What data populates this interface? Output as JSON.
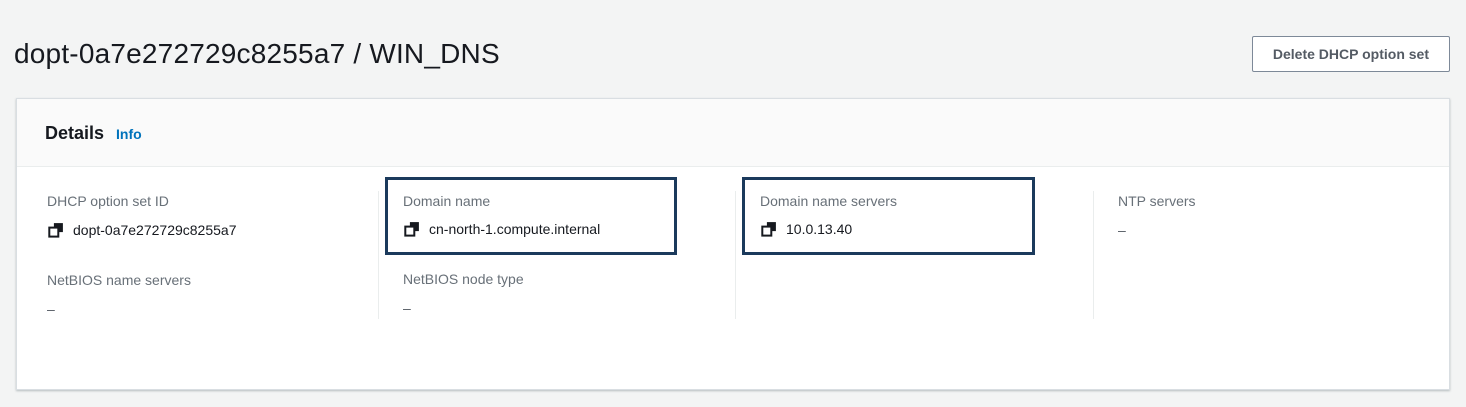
{
  "page": {
    "title": "dopt-0a7e272729c8255a7 / WIN_DNS",
    "delete_button_label": "Delete DHCP option set"
  },
  "panel": {
    "title": "Details",
    "info_link_label": "Info"
  },
  "fields": {
    "dhcp_option_set_id": {
      "label": "DHCP option set ID",
      "value": "dopt-0a7e272729c8255a7",
      "has_copy_icon": true,
      "highlighted": false
    },
    "domain_name": {
      "label": "Domain name",
      "value": "cn-north-1.compute.internal",
      "has_copy_icon": true,
      "highlighted": true
    },
    "domain_name_servers": {
      "label": "Domain name servers",
      "value": "10.0.13.40",
      "has_copy_icon": true,
      "highlighted": true
    },
    "ntp_servers": {
      "label": "NTP servers",
      "value": "–",
      "has_copy_icon": false,
      "highlighted": false
    },
    "netbios_name_servers": {
      "label": "NetBIOS name servers",
      "value": "–",
      "has_copy_icon": false,
      "highlighted": false
    },
    "netbios_node_type": {
      "label": "NetBIOS node type",
      "value": "–",
      "has_copy_icon": false,
      "highlighted": false
    }
  },
  "icons": {
    "copy": "copy-icon (two overlapping squares)"
  },
  "colors": {
    "page_background": "#f3f4f4",
    "card_background": "#ffffff",
    "card_header_background": "#fafafa",
    "link_blue": "#0073bb",
    "label_gray": "#687078",
    "value_dark": "#16191f",
    "button_text": "#545b64",
    "highlight_border": "#1b3a5c",
    "divider": "#eaeded"
  }
}
